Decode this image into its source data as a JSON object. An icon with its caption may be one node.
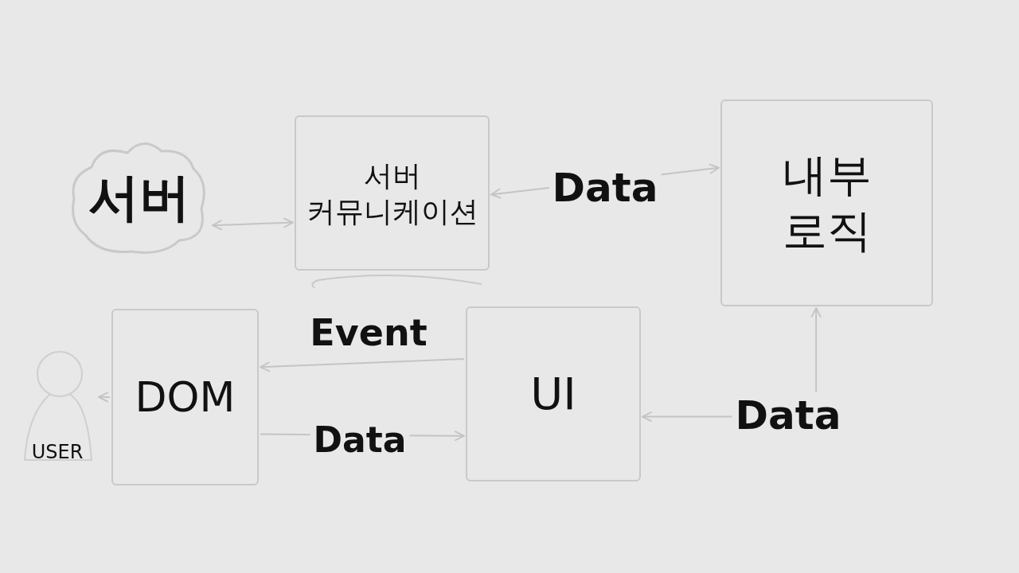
{
  "diagram": {
    "nodes": [
      {
        "text": [
          "서버"
        ]
      },
      {
        "text": [
          "서버 커뮤니케이션"
        ]
      },
      {
        "text": [
          "내부 로직"
        ]
      },
      {
        "text": [
          "USER"
        ]
      },
      {
        "text": [
          "DOM"
        ]
      },
      {
        "text": [
          "UI"
        ]
      }
    ],
    "edges": [
      {
        "from": 0,
        "to": 1,
        "arrow": "both"
      },
      {
        "from": 1,
        "to": 2,
        "arrow": "both",
        "label": "Data"
      },
      {
        "from": 5,
        "to": 4,
        "arrow": "to",
        "label": "Event"
      },
      {
        "from": 4,
        "to": 5,
        "arrow": "to",
        "label": "Data"
      },
      {
        "from": 2,
        "to": 5,
        "arrow": "both",
        "label": "Data"
      },
      {
        "from": 4,
        "to": 3,
        "arrow": "to"
      }
    ]
  }
}
